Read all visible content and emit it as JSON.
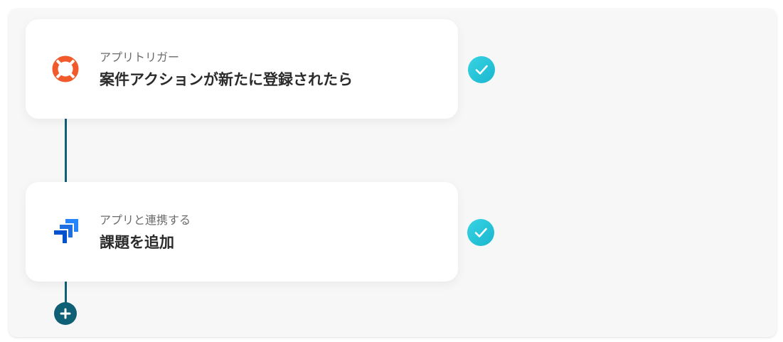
{
  "flow": {
    "steps": [
      {
        "subtitle": "アプリトリガー",
        "title": "案件アクションが新たに登録されたら",
        "app_icon": "lifebuoy-app-icon",
        "status": "completed",
        "status_icon": "check-icon",
        "icon_colors": [
          "#f15a2b",
          "#ffffff"
        ]
      },
      {
        "subtitle": "アプリと連携する",
        "title": "課題を追加",
        "app_icon": "jira-app-icon",
        "status": "completed",
        "status_icon": "check-icon",
        "icon_colors": [
          "#2684ff",
          "#0052cc"
        ]
      }
    ],
    "add_button": {
      "icon": "plus-icon"
    },
    "colors": {
      "connector": "#0f5f75",
      "check": "#1ec2d8",
      "background": "#f7f7f7"
    }
  }
}
